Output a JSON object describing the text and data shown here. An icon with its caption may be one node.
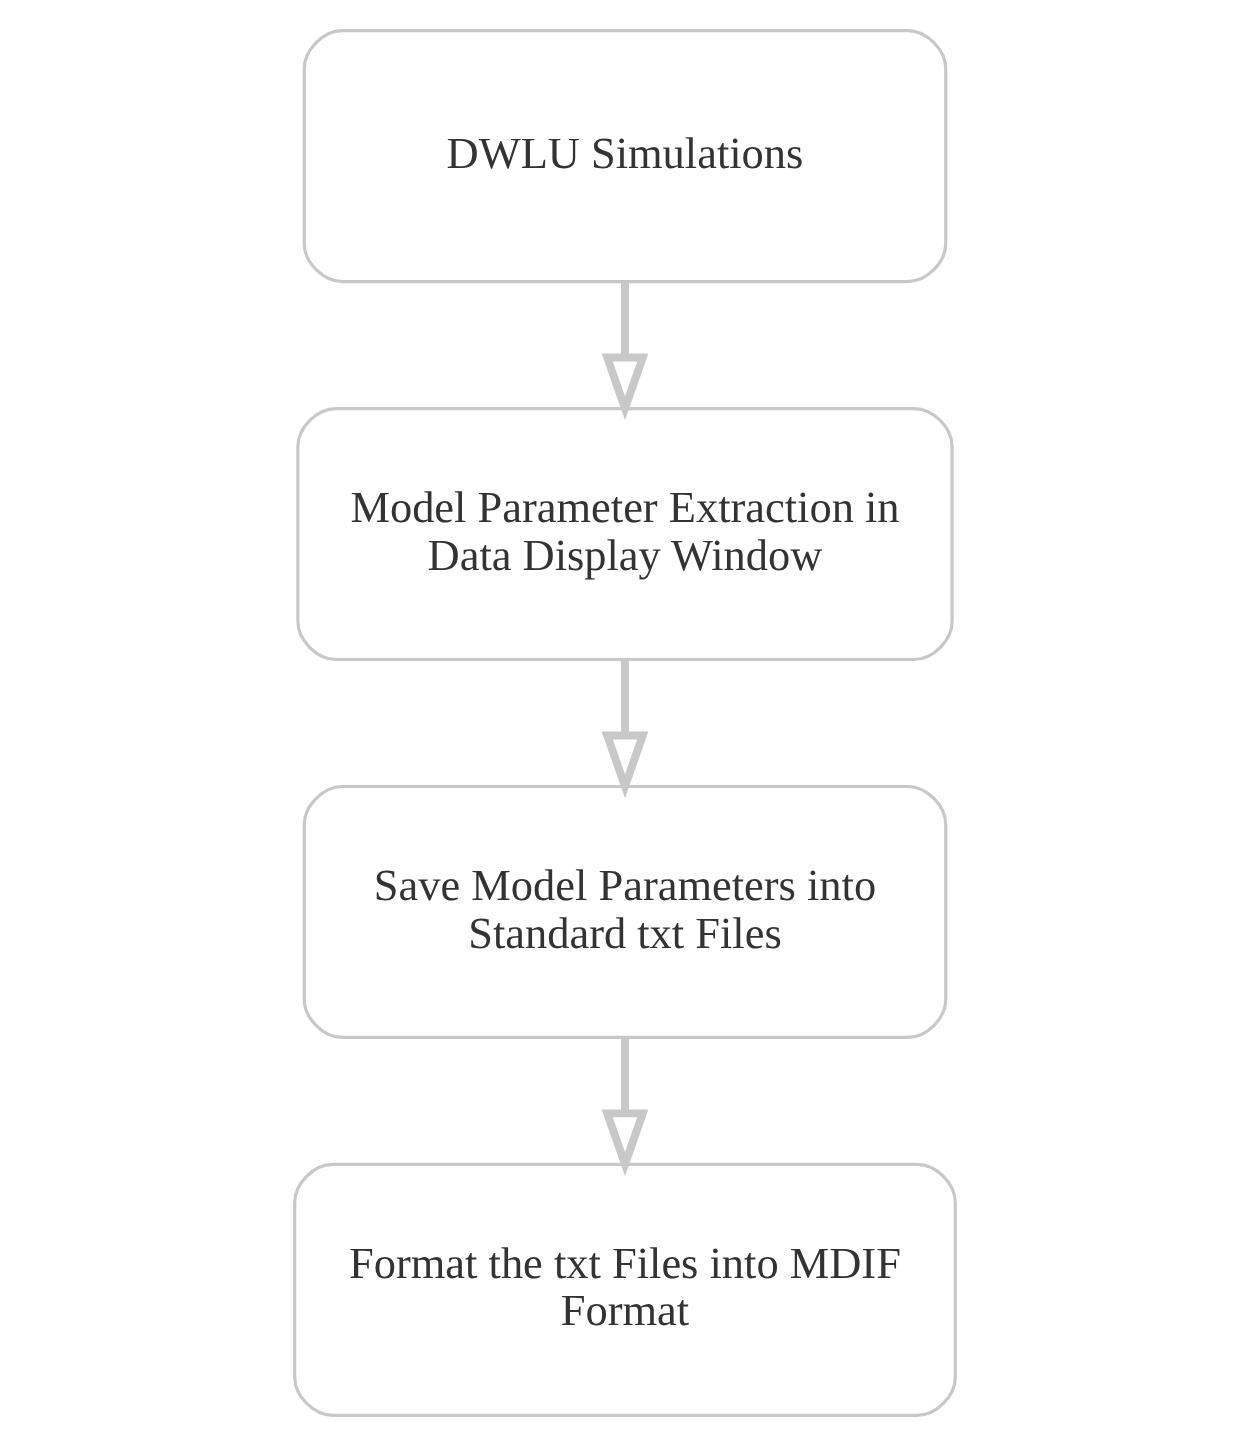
{
  "diagram": {
    "nodes": [
      {
        "text": [
          "DWLU Simulations"
        ]
      },
      {
        "text": [
          "Model Parameter Extraction in Data Display Window"
        ]
      },
      {
        "text": [
          "Save Model Parameters into Standard txt Files"
        ]
      },
      {
        "text": [
          "Format the txt Files into MDIF Format"
        ]
      }
    ],
    "edges": [
      {
        "from": 0,
        "to": 1,
        "arrow": "to"
      },
      {
        "from": 1,
        "to": 2,
        "arrow": "to"
      },
      {
        "from": 2,
        "to": 3,
        "arrow": "to"
      }
    ]
  }
}
